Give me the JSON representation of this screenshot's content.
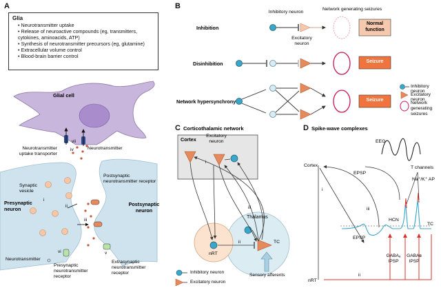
{
  "panels": {
    "A": "A",
    "B": "B",
    "C": "C",
    "D": "D"
  },
  "panelA": {
    "glia_title": "Glia",
    "glia_items": [
      "Neurotransmitter uptake",
      "Release of neuroactive compounds (eg, transmitters, cytokines, aminoacids, ATP)",
      "Synthesis of neurotransmitter precursors (eg, glutamine)",
      "Extracellular volume control",
      "Blood-brain barrier control"
    ],
    "glial_cell": "Glial cell",
    "uptake_transporter": "Neurotransmitter uptake transporter",
    "neurotransmitter_top": "Neurotransmitter",
    "synaptic_vesicle": "Synaptic vesicle",
    "presynaptic_neuron": "Presynaptic neuron",
    "postsynaptic_receptor": "Postsynaptic neurotransmitter receptor",
    "postsynaptic_neuron": "Postsynaptic neuron",
    "neurotransmitter_bottom": "Neurotransmitter",
    "presynaptic_receptor": "Presynaptic neurotransmitter receptor",
    "extrasynaptic_receptor": "Extrasynaptic neurotransmitter receptor",
    "roman": {
      "i": "i",
      "ii": "ii",
      "iii": "iii",
      "iv": "iv",
      "v": "v",
      "vi": "vi",
      "vii": "vii"
    }
  },
  "panelB": {
    "inhibitory_neuron": "Inhibitory neuron",
    "network_generating": "Network generating seizures",
    "excitatory_neuron": "Excitatory neuron",
    "row_inhibition": "Inhibition",
    "row_disinhibition": "Disinhibition",
    "row_hypersynchrony": "Network hypersynchrony",
    "normal_function": "Normal function",
    "seizure1": "Seizure",
    "seizure2": "Seizure",
    "legend_inhibitory": "Inhibitory neuron",
    "legend_excitatory": "Excitatory neuron",
    "legend_network": "Network generating seizures"
  },
  "panelC": {
    "title": "Corticothalamic network",
    "cortex": "Cortex",
    "excitatory_neuron": "Excitatory neuron",
    "thalamus": "Thalamus",
    "nrt": "nRT",
    "tc": "TC",
    "legend_inhibitory": "Inhibitory neuron",
    "legend_excitatory": "Excitatory neuron",
    "sensory_afferents": "Sensory afferents",
    "roman": {
      "i": "i",
      "ii": "ii",
      "iii": "iii"
    }
  },
  "panelD": {
    "title": "Spike-wave complexes",
    "eeg": "EEG",
    "cortex": "Cortex",
    "nrt": "nRT",
    "t_channels": "T channels",
    "na_k_ap": "Na⁺/K⁺ AP",
    "epsp": "EPSP",
    "hcn": "HCN",
    "tc": "TC",
    "gaba_a": "GABAₐ IPSP",
    "gaba_b": "GABAв IPSP",
    "roman": {
      "i": "i",
      "ii": "ii",
      "iii": "iii"
    }
  },
  "colors": {
    "inhibitory": "#3aa6c9",
    "excitatory": "#e58a5c",
    "seizure_box": "#f0743e",
    "glia": "#c9b6dc",
    "neuron": "#cfe3ee",
    "thalamus": "#dcecf3",
    "nrt_fill": "#fbe3cf",
    "cortex_box": "#e6e6e6",
    "red_arrow": "#d9312b"
  }
}
